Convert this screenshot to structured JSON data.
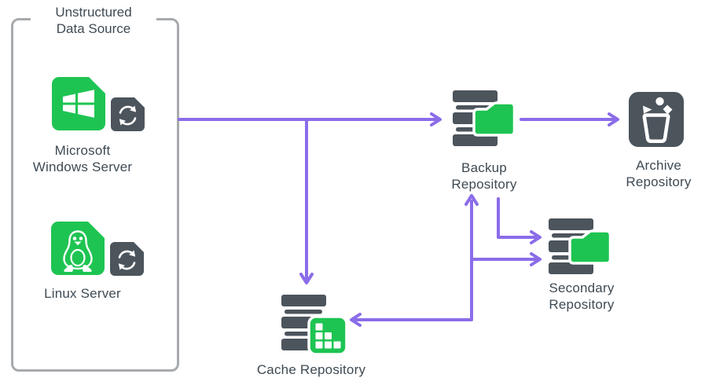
{
  "group": {
    "title": "Unstructured\nData Source"
  },
  "nodes": {
    "windows": {
      "label": "Microsoft\nWindows Server"
    },
    "linux": {
      "label": "Linux Server"
    },
    "backup": {
      "label": "Backup\nRepository"
    },
    "archive": {
      "label": "Archive\nRepository"
    },
    "secondary": {
      "label": "Secondary\nRepository"
    },
    "cache": {
      "label": "Cache Repository"
    }
  },
  "connections": [
    {
      "name": "source-to-backup",
      "from": "unstructured-data-source",
      "to": "backup-repository"
    },
    {
      "name": "source-to-cache",
      "from": "unstructured-data-source",
      "to": "cache-repository"
    },
    {
      "name": "backup-to-archive",
      "from": "backup-repository",
      "to": "archive-repository"
    },
    {
      "name": "backup-to-secondary",
      "from": "backup-repository",
      "to": "secondary-repository"
    },
    {
      "name": "link-to-backup",
      "from": "cache-backup-link",
      "to": "backup-repository"
    },
    {
      "name": "link-to-secondary",
      "from": "cache-backup-link",
      "to": "secondary-repository"
    },
    {
      "name": "link-to-cache",
      "from": "cache-backup-link",
      "to": "cache-repository"
    }
  ],
  "icons": {
    "windows-file-icon": "green file shape with white Windows flag",
    "linux-file-icon": "green file shape with white Tux penguin outline",
    "sync-icon": "dark badge with circular white sync arrows",
    "server-stack-icon": "dark stacked server bars",
    "folder-icon": "green folder overlay",
    "cache-cells-icon": "green square with white staircase cells",
    "archive-bucket-icon": "dark square with white bucket and falling shapes"
  },
  "colors": {
    "green": "#1ec452",
    "dark": "#4c545c",
    "purple": "#8b6ce9",
    "border": "#a7aaad",
    "text": "#3f4a53",
    "bg": "#ffffff"
  }
}
